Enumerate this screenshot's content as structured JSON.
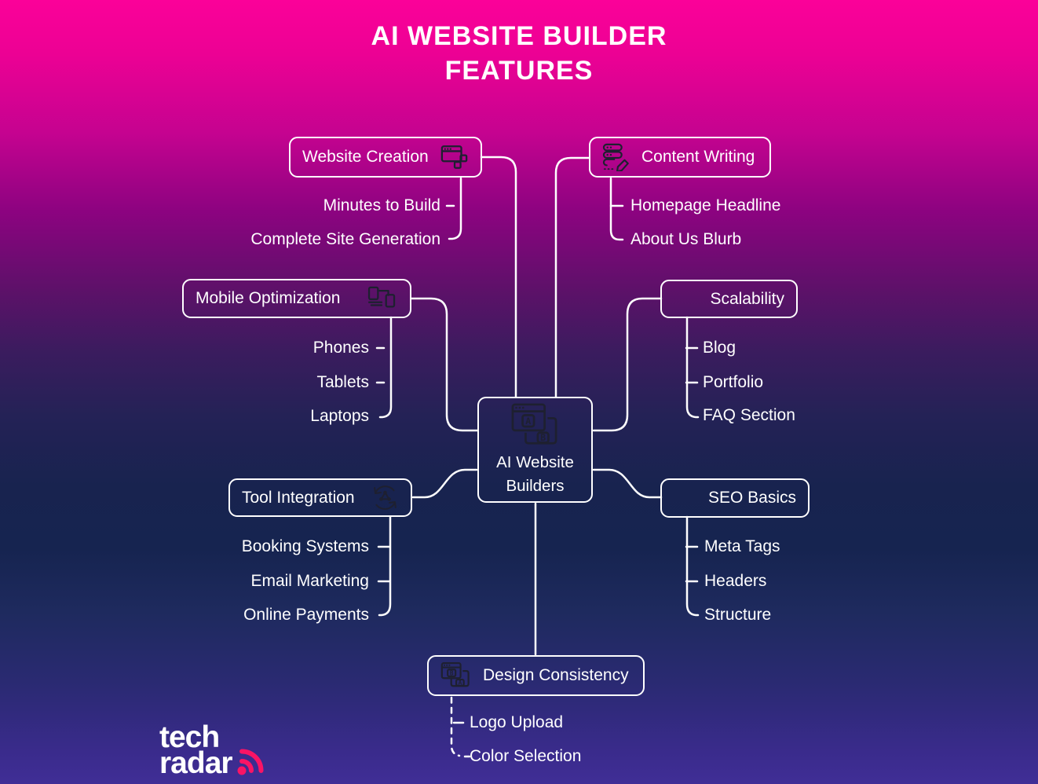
{
  "title": {
    "line1": "AI WEBSITE BUILDER",
    "line2": "FEATURES"
  },
  "center_node": {
    "line1": "AI Website",
    "line2": "Builders"
  },
  "nodes": {
    "website_creation": {
      "label": "Website Creation",
      "children": [
        "Minutes to Build",
        "Complete Site Generation"
      ]
    },
    "content_writing": {
      "label": "Content Writing",
      "children": [
        "Homepage Headline",
        "About Us Blurb"
      ]
    },
    "mobile_optimization": {
      "label": "Mobile Optimization",
      "children": [
        "Phones",
        "Tablets",
        "Laptops"
      ]
    },
    "scalability": {
      "label": "Scalability",
      "children": [
        "Blog",
        "Portfolio",
        "FAQ Section"
      ]
    },
    "tool_integration": {
      "label": "Tool Integration",
      "children": [
        "Booking Systems",
        "Email Marketing",
        "Online Payments"
      ]
    },
    "seo_basics": {
      "label": "SEO Basics",
      "children": [
        "Meta Tags",
        "Headers",
        "Structure"
      ]
    },
    "design_consistency": {
      "label": "Design Consistency",
      "children": [
        "Logo Upload",
        "Color Selection"
      ]
    }
  },
  "icons": {
    "center_letters": [
      "A",
      "B"
    ],
    "design_letters": [
      "B",
      "A"
    ]
  },
  "logo": {
    "line1": "tech",
    "line2": "radar"
  },
  "colors": {
    "background_top": "#fb0199",
    "background_middle": "#16234e",
    "background_bottom": "#402e96",
    "line": "#ffffff",
    "icon": "#1e2030",
    "logo_accent": "#fa1465"
  }
}
